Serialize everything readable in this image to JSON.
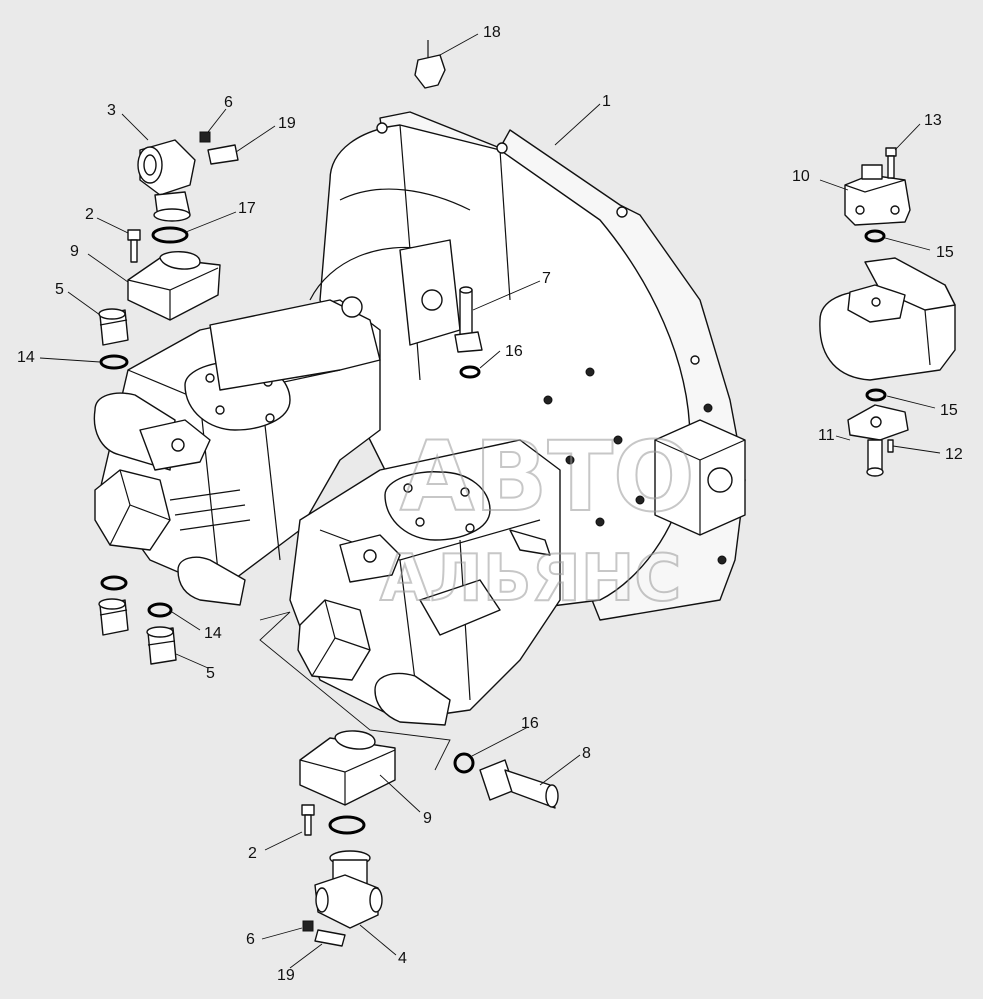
{
  "watermark": {
    "line1": "АВТО",
    "line2": "АЛЬЯНС"
  },
  "callouts": [
    {
      "id": "c18",
      "text": "18"
    },
    {
      "id": "c1",
      "text": "1"
    },
    {
      "id": "c3",
      "text": "3"
    },
    {
      "id": "c6a",
      "text": "6"
    },
    {
      "id": "c19a",
      "text": "19"
    },
    {
      "id": "c13",
      "text": "13"
    },
    {
      "id": "c10",
      "text": "10"
    },
    {
      "id": "c2a",
      "text": "2"
    },
    {
      "id": "c17",
      "text": "17"
    },
    {
      "id": "c15a",
      "text": "15"
    },
    {
      "id": "c9a",
      "text": "9"
    },
    {
      "id": "c7",
      "text": "7"
    },
    {
      "id": "c5a",
      "text": "5"
    },
    {
      "id": "c16a",
      "text": "16"
    },
    {
      "id": "c14a",
      "text": "14"
    },
    {
      "id": "c15b",
      "text": "15"
    },
    {
      "id": "c11",
      "text": "11"
    },
    {
      "id": "c12",
      "text": "12"
    },
    {
      "id": "c14b",
      "text": "14"
    },
    {
      "id": "c5b",
      "text": "5"
    },
    {
      "id": "c16b",
      "text": "16"
    },
    {
      "id": "c8",
      "text": "8"
    },
    {
      "id": "c9b",
      "text": "9"
    },
    {
      "id": "c2b",
      "text": "2"
    },
    {
      "id": "c6b",
      "text": "6"
    },
    {
      "id": "c4",
      "text": "4"
    },
    {
      "id": "c19b",
      "text": "19"
    }
  ],
  "colors": {
    "background": "#eaeaea",
    "ink": "#111111",
    "watermark": "#9a9a9a"
  }
}
